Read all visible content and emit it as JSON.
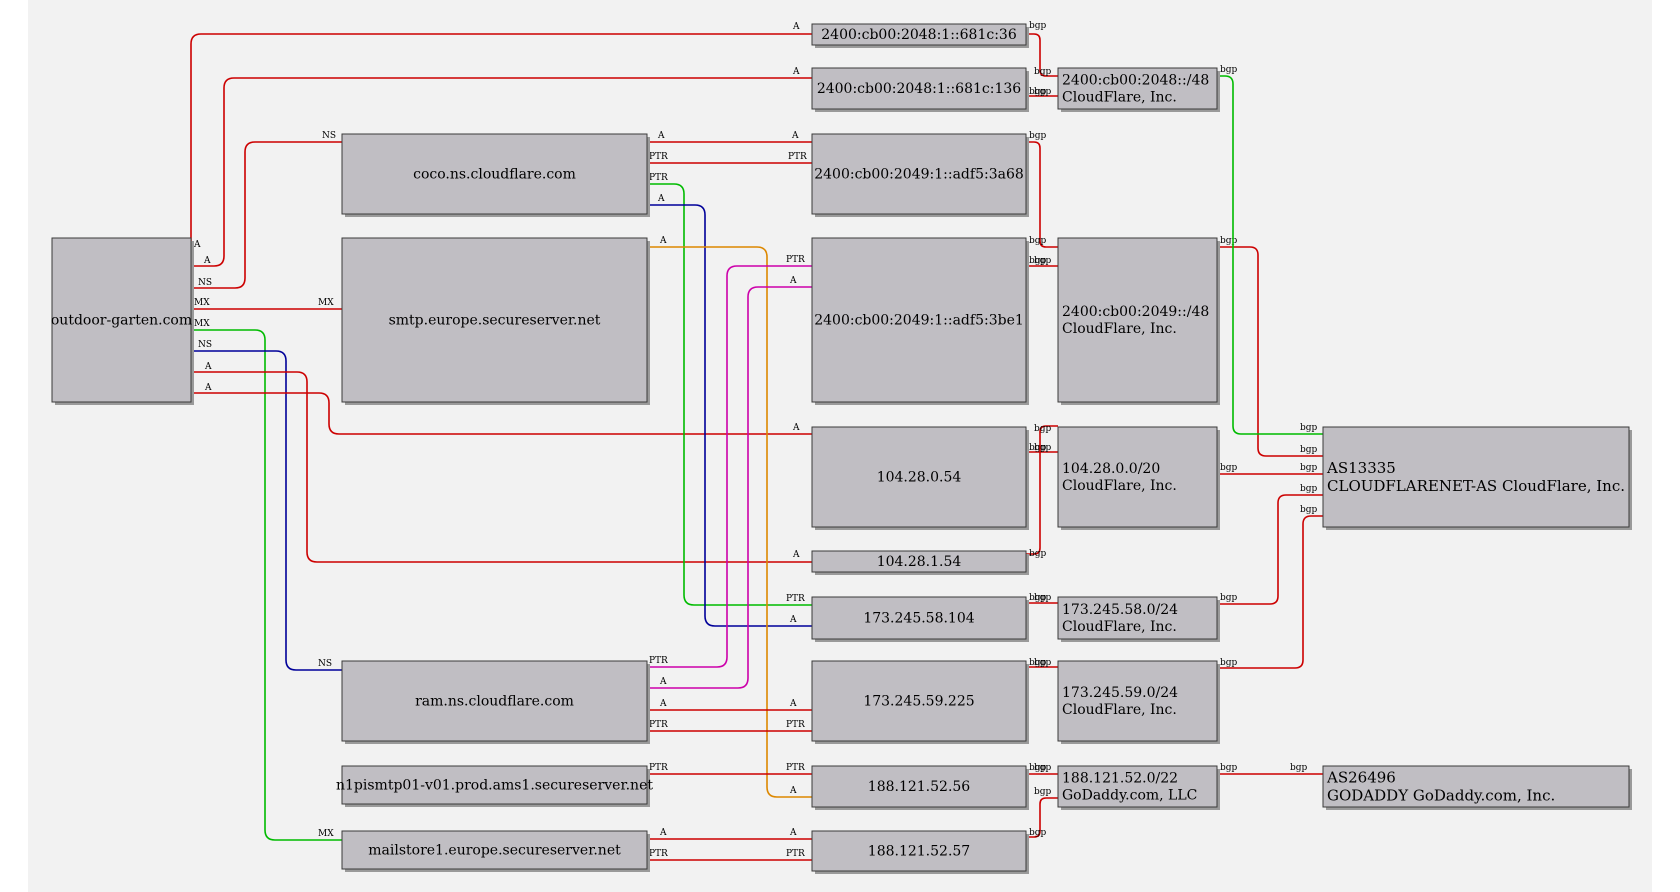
{
  "colors": {
    "page_bg": "#f2f2f2",
    "node_fill": "#c0bec3",
    "node_border": "#3a3a3a",
    "shadow": "#9a9a9a",
    "edge_a": "#cc0000",
    "edge_mx": "#00bb00",
    "edge_ns": "#000099",
    "edge_ns_red": "#cc0000",
    "edge_ptr_magenta": "#cc00aa",
    "edge_ptr_orange": "#dd8800"
  },
  "nodes": [
    {
      "id": "n_domain",
      "lines": [
        "outdoor-garten.com"
      ]
    },
    {
      "id": "n_coco",
      "lines": [
        "coco.ns.cloudflare.com"
      ]
    },
    {
      "id": "n_smtp",
      "lines": [
        "smtp.europe.secureserver.net"
      ]
    },
    {
      "id": "n_ram",
      "lines": [
        "ram.ns.cloudflare.com"
      ]
    },
    {
      "id": "n_n1",
      "lines": [
        "n1pismtp01-v01.prod.ams1.secureserver.net"
      ]
    },
    {
      "id": "n_mailstore",
      "lines": [
        "mailstore1.europe.secureserver.net"
      ]
    },
    {
      "id": "n_ip6a",
      "lines": [
        "2400:cb00:2048:1::681c:36"
      ]
    },
    {
      "id": "n_ip6b",
      "lines": [
        "2400:cb00:2048:1::681c:136"
      ]
    },
    {
      "id": "n_ip6c",
      "lines": [
        "2400:cb00:2049:1::adf5:3a68"
      ]
    },
    {
      "id": "n_ip6d",
      "lines": [
        "2400:cb00:2049:1::adf5:3be1"
      ]
    },
    {
      "id": "n_ip104a",
      "lines": [
        "104.28.0.54"
      ]
    },
    {
      "id": "n_ip104b",
      "lines": [
        "104.28.1.54"
      ]
    },
    {
      "id": "n_ip173a",
      "lines": [
        "173.245.58.104"
      ]
    },
    {
      "id": "n_ip173b",
      "lines": [
        "173.245.59.225"
      ]
    },
    {
      "id": "n_ip188a",
      "lines": [
        "188.121.52.56"
      ]
    },
    {
      "id": "n_ip188b",
      "lines": [
        "188.121.52.57"
      ]
    },
    {
      "id": "n_net2048",
      "lines": [
        "2400:cb00:2048::/48",
        "CloudFlare, Inc."
      ]
    },
    {
      "id": "n_net2049",
      "lines": [
        "2400:cb00:2049::/48",
        "CloudFlare, Inc."
      ]
    },
    {
      "id": "n_net104",
      "lines": [
        "104.28.0.0/20",
        "CloudFlare, Inc."
      ]
    },
    {
      "id": "n_net173a",
      "lines": [
        "173.245.58.0/24",
        "CloudFlare, Inc."
      ]
    },
    {
      "id": "n_net173b",
      "lines": [
        "173.245.59.0/24",
        "CloudFlare, Inc."
      ]
    },
    {
      "id": "n_net188",
      "lines": [
        "188.121.52.0/22",
        "GoDaddy.com, LLC"
      ]
    },
    {
      "id": "n_as13335",
      "lines": [
        "AS13335",
        "CLOUDFLARENET-AS CloudFlare, Inc."
      ]
    },
    {
      "id": "n_as26496",
      "lines": [
        "AS26496",
        "GODADDY GoDaddy.com, Inc."
      ]
    }
  ],
  "edges": [
    {
      "id": "e01",
      "color": "edge_a",
      "labels": [
        "A",
        "A"
      ]
    },
    {
      "id": "e02",
      "color": "edge_a",
      "labels": [
        "A",
        "A"
      ]
    },
    {
      "id": "e03",
      "color": "edge_ns_red",
      "labels": [
        "NS",
        "NS"
      ]
    },
    {
      "id": "e04",
      "color": "edge_a",
      "labels": [
        "MX",
        "MX"
      ]
    },
    {
      "id": "e05",
      "color": "edge_mx",
      "labels": [
        "MX",
        "MX"
      ]
    },
    {
      "id": "e06",
      "color": "edge_ns",
      "labels": [
        "NS",
        "NS"
      ]
    },
    {
      "id": "e07",
      "color": "edge_a",
      "labels": [
        "A",
        "A"
      ]
    },
    {
      "id": "e08",
      "color": "edge_a",
      "labels": [
        "A",
        "A"
      ]
    },
    {
      "id": "e09",
      "color": "edge_a",
      "labels": [
        "A",
        "A"
      ]
    },
    {
      "id": "e10",
      "color": "edge_a",
      "labels": [
        "PTR",
        "PTR"
      ]
    },
    {
      "id": "e11",
      "color": "edge_mx",
      "labels": [
        "PTR",
        "PTR"
      ]
    },
    {
      "id": "e12",
      "color": "edge_ns",
      "labels": [
        "A",
        "A"
      ]
    },
    {
      "id": "e13",
      "color": "edge_ptr_orange",
      "labels": [
        "A",
        "A"
      ]
    },
    {
      "id": "e14",
      "color": "edge_ptr_magenta",
      "labels": [
        "PTR",
        "PTR"
      ]
    },
    {
      "id": "e15",
      "color": "edge_ptr_magenta",
      "labels": [
        "A",
        "A"
      ]
    },
    {
      "id": "e16",
      "color": "edge_a",
      "labels": [
        "A",
        "A"
      ]
    },
    {
      "id": "e17",
      "color": "edge_a",
      "labels": [
        "PTR",
        "PTR"
      ]
    },
    {
      "id": "e18",
      "color": "edge_a",
      "labels": [
        "PTR",
        "PTR"
      ]
    },
    {
      "id": "e19",
      "color": "edge_a",
      "labels": [
        "A",
        "A"
      ]
    },
    {
      "id": "e20",
      "color": "edge_a",
      "labels": [
        "PTR",
        "PTR"
      ]
    },
    {
      "id": "e21",
      "color": "edge_a",
      "labels": [
        "bgp",
        "bgp"
      ]
    },
    {
      "id": "e22",
      "color": "edge_a",
      "labels": [
        "bgp",
        "bgp"
      ]
    },
    {
      "id": "e23",
      "color": "edge_a",
      "labels": [
        "bgp",
        "bgp"
      ]
    },
    {
      "id": "e24",
      "color": "edge_a",
      "labels": [
        "bgp",
        "bgp"
      ]
    },
    {
      "id": "e25",
      "color": "edge_a",
      "labels": [
        "bgp",
        "bgp"
      ]
    },
    {
      "id": "e26",
      "color": "edge_a",
      "labels": [
        "bgp",
        "bgp"
      ]
    },
    {
      "id": "e27",
      "color": "edge_a",
      "labels": [
        "bgp",
        "bgp"
      ]
    },
    {
      "id": "e28",
      "color": "edge_a",
      "labels": [
        "bgp",
        "bgp"
      ]
    },
    {
      "id": "e29",
      "color": "edge_a",
      "labels": [
        "bgp",
        "bgp"
      ]
    },
    {
      "id": "e30",
      "color": "edge_a",
      "labels": [
        "bgp",
        "bgp"
      ]
    },
    {
      "id": "e31",
      "color": "edge_a",
      "labels": [
        "bgp",
        "bgp"
      ]
    },
    {
      "id": "e32",
      "color": "edge_mx",
      "labels": [
        "bgp",
        "bgp"
      ]
    },
    {
      "id": "e33",
      "color": "edge_a",
      "labels": [
        "bgp",
        "bgp"
      ]
    },
    {
      "id": "e34",
      "color": "edge_a",
      "labels": [
        "bgp",
        "bgp"
      ]
    },
    {
      "id": "e35",
      "color": "edge_a",
      "labels": [
        "bgp",
        "bgp"
      ]
    },
    {
      "id": "e36",
      "color": "edge_a",
      "labels": [
        "bgp",
        "bgp"
      ]
    },
    {
      "id": "e37",
      "color": "edge_a",
      "labels": [
        "bgp",
        "bgp"
      ]
    }
  ]
}
